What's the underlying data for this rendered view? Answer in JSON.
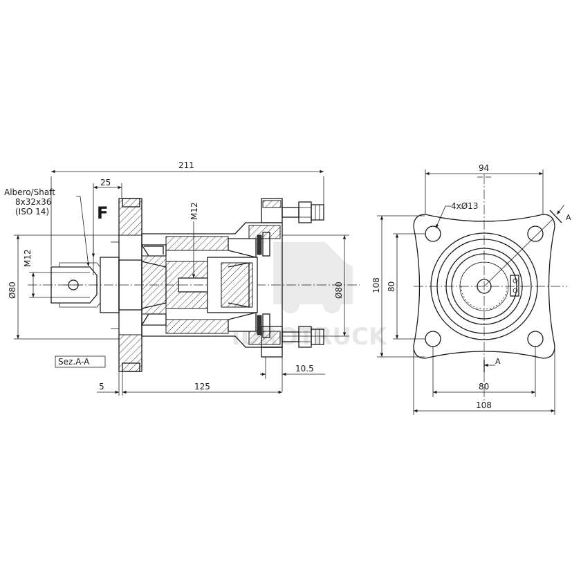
{
  "side_view": {
    "dim_overall_length": "211",
    "dim_shaft_projection": "25",
    "dim_body_length": "125",
    "dim_flange_gap": "5",
    "dim_flange_thickness": "10.5",
    "dim_left_diameter": "Ø80",
    "dim_right_diameter": "Ø80",
    "dim_left_thread": "M12",
    "dim_top_thread": "M12",
    "shaft_note": [
      "Albero/Shaft",
      "8x32x36",
      "(ISO 14)"
    ],
    "view_marker": "F",
    "section_label": "Sez.A-A"
  },
  "front_view": {
    "dim_top_width": "94",
    "dim_bolt_spacing_bottom": "80",
    "dim_overall_width": "108",
    "dim_overall_height": "108",
    "dim_bolt_spacing_side": "80",
    "hole_note": "4xØ13",
    "section_mark_top": "A",
    "section_mark_bottom": "A"
  },
  "watermark": "IDROTRUCK"
}
